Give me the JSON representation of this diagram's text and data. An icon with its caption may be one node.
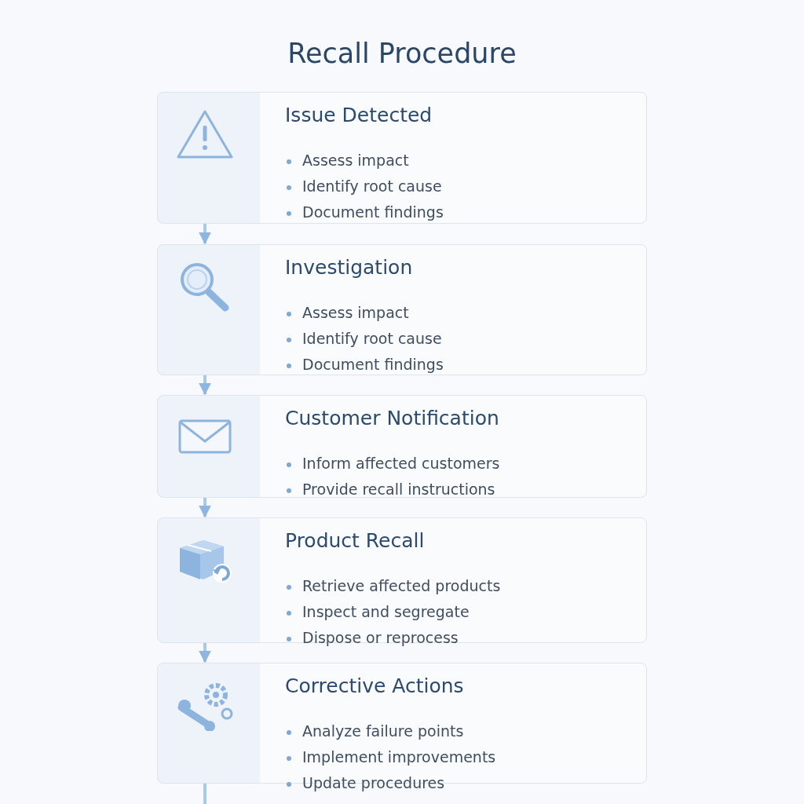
{
  "diagram": {
    "title": "Recall Procedure",
    "nodes": [
      {
        "text": [
          "Issue Detected",
          "Assess impact",
          "Identify root cause",
          "Document findings"
        ]
      },
      {
        "text": [
          "Investigation",
          "Assess impact",
          "Identify root cause",
          "Document findings"
        ]
      },
      {
        "text": [
          "Customer Notification",
          "Inform affected customers",
          "Provide recall instructions"
        ]
      },
      {
        "text": [
          "Product Recall",
          "Retrieve affected products",
          "Inspect and segregate",
          "Dispose or reprocess"
        ]
      },
      {
        "text": [
          "Corrective Actions",
          "Analyze failure points",
          "Implement improvements",
          "Update procedures"
        ]
      }
    ],
    "edges": [
      {
        "from": 0,
        "to": 1,
        "arrow": "to"
      },
      {
        "from": 1,
        "to": 2,
        "arrow": "to"
      },
      {
        "from": 2,
        "to": 3,
        "arrow": "to"
      },
      {
        "from": 3,
        "to": 4,
        "arrow": "to"
      },
      {
        "from": 4,
        "to": null,
        "arrow": "none"
      }
    ]
  }
}
